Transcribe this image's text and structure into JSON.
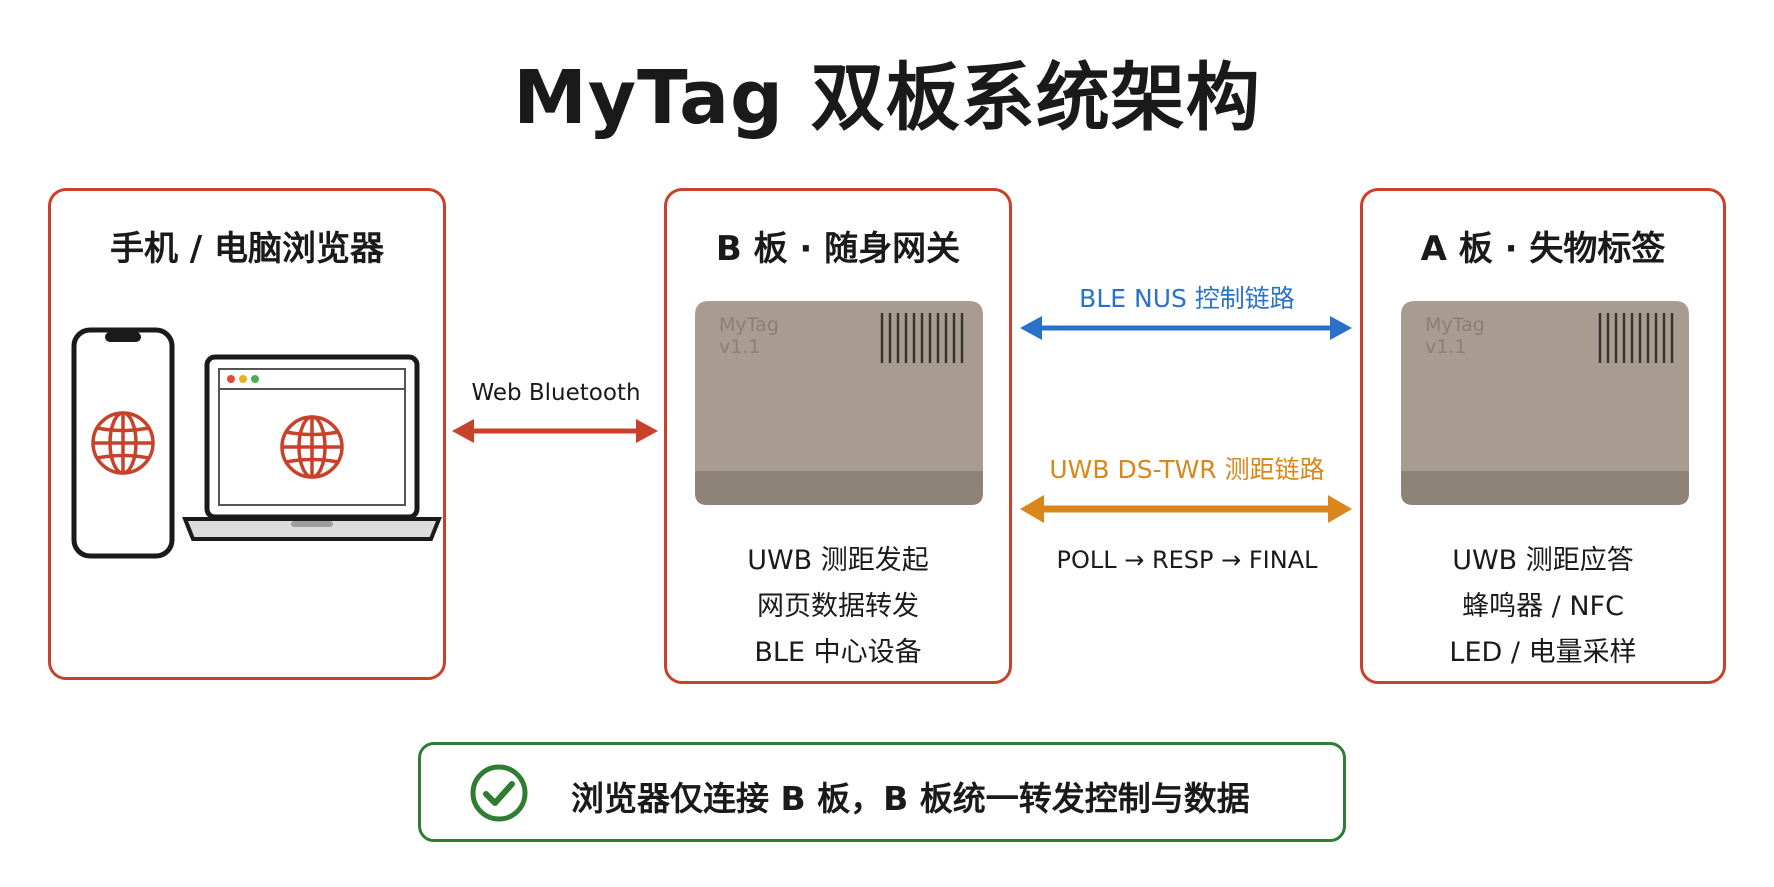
{
  "title": "MyTag 双板系统架构",
  "browser_panel": {
    "title": "手机 / 电脑浏览器"
  },
  "gateway_panel": {
    "title": "B 板 · 随身网关",
    "device_label": "MyTag\nv1.1",
    "features": [
      "UWB 测距发起",
      "网页数据转发",
      "BLE 中心设备"
    ]
  },
  "tag_panel": {
    "title": "A 板 · 失物标签",
    "device_label": "MyTag\nv1.1",
    "features": [
      "UWB 测距应答",
      "蜂鸣器 / NFC",
      "LED / 电量采样"
    ]
  },
  "links": {
    "web_bluetooth": "Web Bluetooth",
    "ble_nus": "BLE NUS 控制链路",
    "uwb": "UWB DS-TWR 测距链路",
    "uwb_sequence": "POLL → RESP → FINAL"
  },
  "note": "浏览器仅连接 B 板，B 板统一转发控制与数据",
  "colors": {
    "panel_border": "#c8412b",
    "web_bluetooth_arrow": "#c8412b",
    "ble_arrow": "#2a72c9",
    "uwb_arrow": "#d9861a",
    "note_border": "#2e7d32",
    "device_body": "#a79c8f"
  }
}
